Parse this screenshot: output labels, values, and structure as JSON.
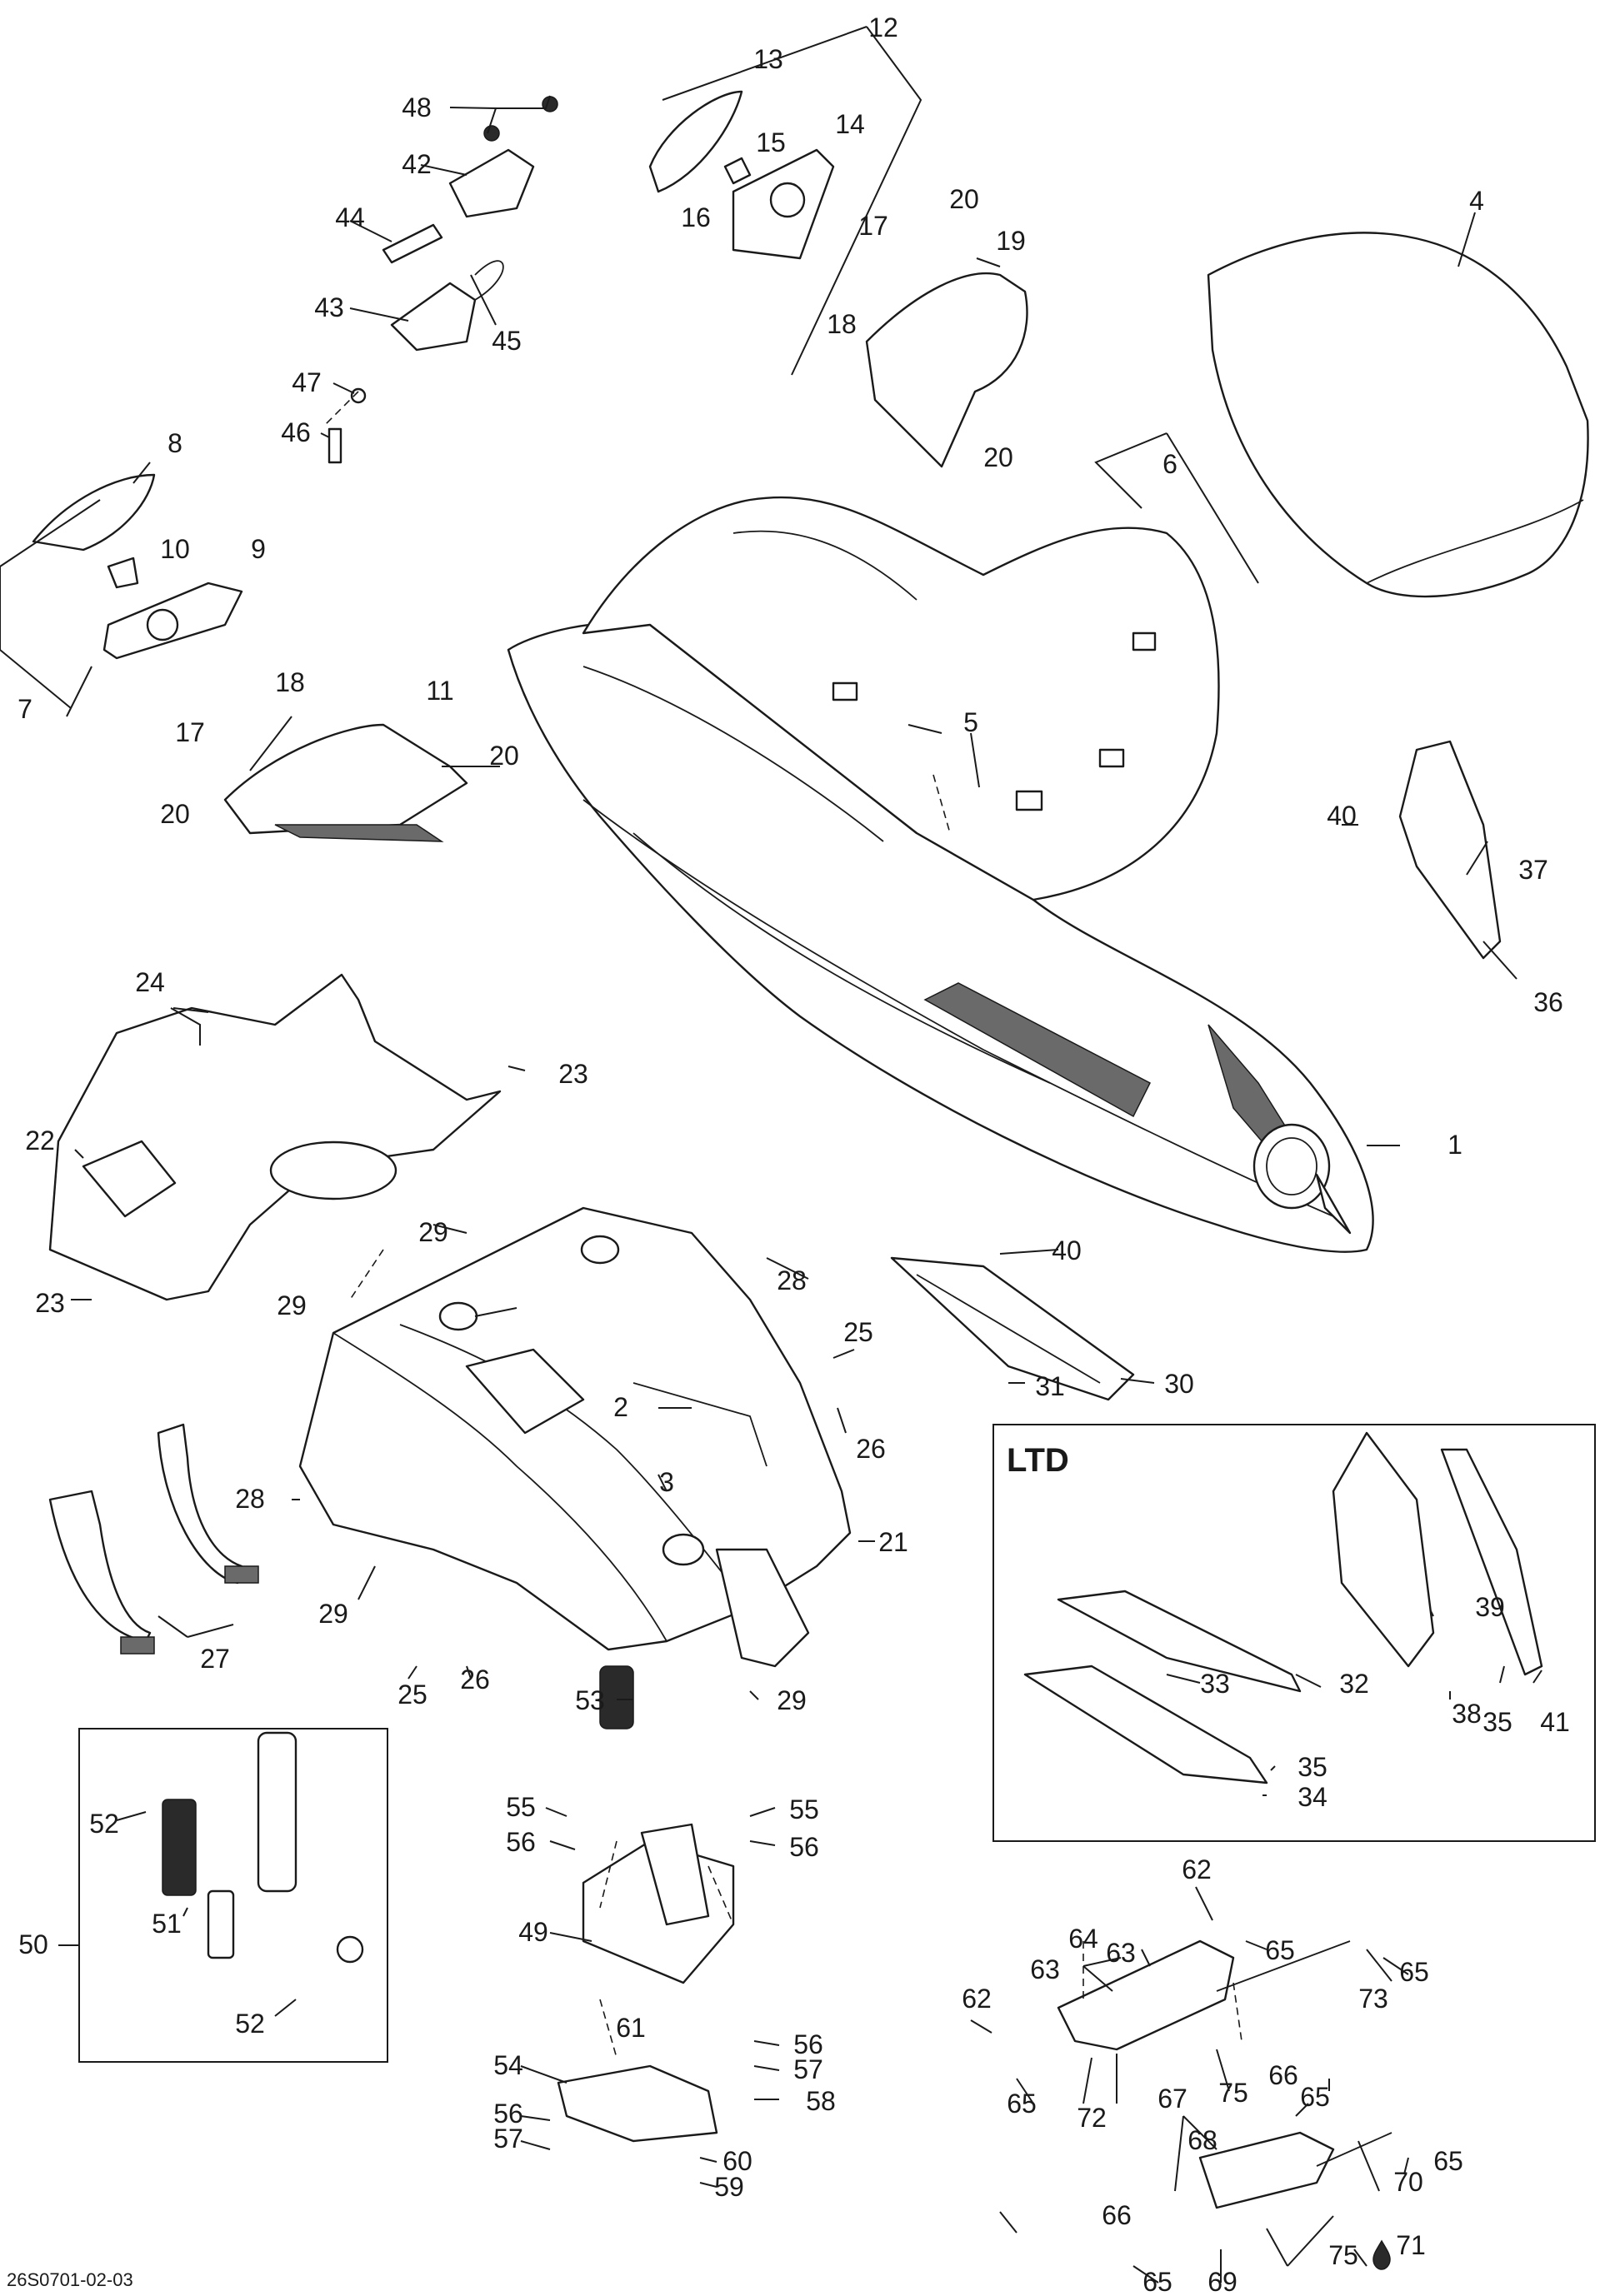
{
  "reference_code": "26S0701-02-03",
  "ltd_box": {
    "title": "LTD"
  },
  "callouts": [
    {
      "id": "c-12",
      "label": "12"
    },
    {
      "id": "c-13",
      "label": "13"
    },
    {
      "id": "c-14",
      "label": "14"
    },
    {
      "id": "c-15",
      "label": "15"
    },
    {
      "id": "c-16",
      "label": "16"
    },
    {
      "id": "c-48",
      "label": "48"
    },
    {
      "id": "c-42",
      "label": "42"
    },
    {
      "id": "c-44",
      "label": "44"
    },
    {
      "id": "c-45",
      "label": "45"
    },
    {
      "id": "c-43",
      "label": "43"
    },
    {
      "id": "c-47",
      "label": "47"
    },
    {
      "id": "c-46",
      "label": "46"
    },
    {
      "id": "c-20a",
      "label": "20"
    },
    {
      "id": "c-17a",
      "label": "17"
    },
    {
      "id": "c-19",
      "label": "19"
    },
    {
      "id": "c-18a",
      "label": "18"
    },
    {
      "id": "c-20b",
      "label": "20"
    },
    {
      "id": "c-4",
      "label": "4"
    },
    {
      "id": "c-6",
      "label": "6"
    },
    {
      "id": "c-8",
      "label": "8"
    },
    {
      "id": "c-10",
      "label": "10"
    },
    {
      "id": "c-9",
      "label": "9"
    },
    {
      "id": "c-7",
      "label": "7"
    },
    {
      "id": "c-18b",
      "label": "18"
    },
    {
      "id": "c-17b",
      "label": "17"
    },
    {
      "id": "c-11",
      "label": "11"
    },
    {
      "id": "c-20c",
      "label": "20"
    },
    {
      "id": "c-20d",
      "label": "20"
    },
    {
      "id": "c-5",
      "label": "5"
    },
    {
      "id": "c-40a",
      "label": "40"
    },
    {
      "id": "c-37",
      "label": "37"
    },
    {
      "id": "c-36",
      "label": "36"
    },
    {
      "id": "c-24",
      "label": "24"
    },
    {
      "id": "c-23a",
      "label": "23"
    },
    {
      "id": "c-22",
      "label": "22"
    },
    {
      "id": "c-1",
      "label": "1"
    },
    {
      "id": "c-29a",
      "label": "29"
    },
    {
      "id": "c-28a",
      "label": "28"
    },
    {
      "id": "c-40b",
      "label": "40"
    },
    {
      "id": "c-23b",
      "label": "23"
    },
    {
      "id": "c-29b",
      "label": "29"
    },
    {
      "id": "c-25a",
      "label": "25"
    },
    {
      "id": "c-31",
      "label": "31"
    },
    {
      "id": "c-30",
      "label": "30"
    },
    {
      "id": "c-2",
      "label": "2"
    },
    {
      "id": "c-26a",
      "label": "26"
    },
    {
      "id": "c-3",
      "label": "3"
    },
    {
      "id": "c-28b",
      "label": "28"
    },
    {
      "id": "c-21",
      "label": "21"
    },
    {
      "id": "c-29c",
      "label": "29"
    },
    {
      "id": "c-27",
      "label": "27"
    },
    {
      "id": "c-25b",
      "label": "25"
    },
    {
      "id": "c-26b",
      "label": "26"
    },
    {
      "id": "c-53",
      "label": "53"
    },
    {
      "id": "c-29d",
      "label": "29"
    },
    {
      "id": "c-39",
      "label": "39"
    },
    {
      "id": "c-33",
      "label": "33"
    },
    {
      "id": "c-32",
      "label": "32"
    },
    {
      "id": "c-38",
      "label": "38"
    },
    {
      "id": "c-35a",
      "label": "35"
    },
    {
      "id": "c-41",
      "label": "41"
    },
    {
      "id": "c-35b",
      "label": "35"
    },
    {
      "id": "c-34",
      "label": "34"
    },
    {
      "id": "c-52a",
      "label": "52"
    },
    {
      "id": "c-51",
      "label": "51"
    },
    {
      "id": "c-50",
      "label": "50"
    },
    {
      "id": "c-52b",
      "label": "52"
    },
    {
      "id": "c-55a",
      "label": "55"
    },
    {
      "id": "c-55b",
      "label": "55"
    },
    {
      "id": "c-56a",
      "label": "56"
    },
    {
      "id": "c-56b",
      "label": "56"
    },
    {
      "id": "c-49",
      "label": "49"
    },
    {
      "id": "c-61",
      "label": "61"
    },
    {
      "id": "c-56c",
      "label": "56"
    },
    {
      "id": "c-57a",
      "label": "57"
    },
    {
      "id": "c-54",
      "label": "54"
    },
    {
      "id": "c-58",
      "label": "58"
    },
    {
      "id": "c-56d",
      "label": "56"
    },
    {
      "id": "c-57b",
      "label": "57"
    },
    {
      "id": "c-60",
      "label": "60"
    },
    {
      "id": "c-59",
      "label": "59"
    },
    {
      "id": "c-62a",
      "label": "62"
    },
    {
      "id": "c-63a",
      "label": "63"
    },
    {
      "id": "c-64",
      "label": "64"
    },
    {
      "id": "c-63b",
      "label": "63"
    },
    {
      "id": "c-65a",
      "label": "65"
    },
    {
      "id": "c-65b",
      "label": "65"
    },
    {
      "id": "c-73",
      "label": "73"
    },
    {
      "id": "c-62b",
      "label": "62"
    },
    {
      "id": "c-65c",
      "label": "65"
    },
    {
      "id": "c-72",
      "label": "72"
    },
    {
      "id": "c-75a",
      "label": "75"
    },
    {
      "id": "c-66a",
      "label": "66"
    },
    {
      "id": "c-65d",
      "label": "65"
    },
    {
      "id": "c-67",
      "label": "67"
    },
    {
      "id": "c-68",
      "label": "68"
    },
    {
      "id": "c-70",
      "label": "70"
    },
    {
      "id": "c-65e",
      "label": "65"
    },
    {
      "id": "c-66b",
      "label": "66"
    },
    {
      "id": "c-71",
      "label": "71"
    },
    {
      "id": "c-75b",
      "label": "75"
    },
    {
      "id": "c-65f",
      "label": "65"
    },
    {
      "id": "c-69",
      "label": "69"
    }
  ]
}
